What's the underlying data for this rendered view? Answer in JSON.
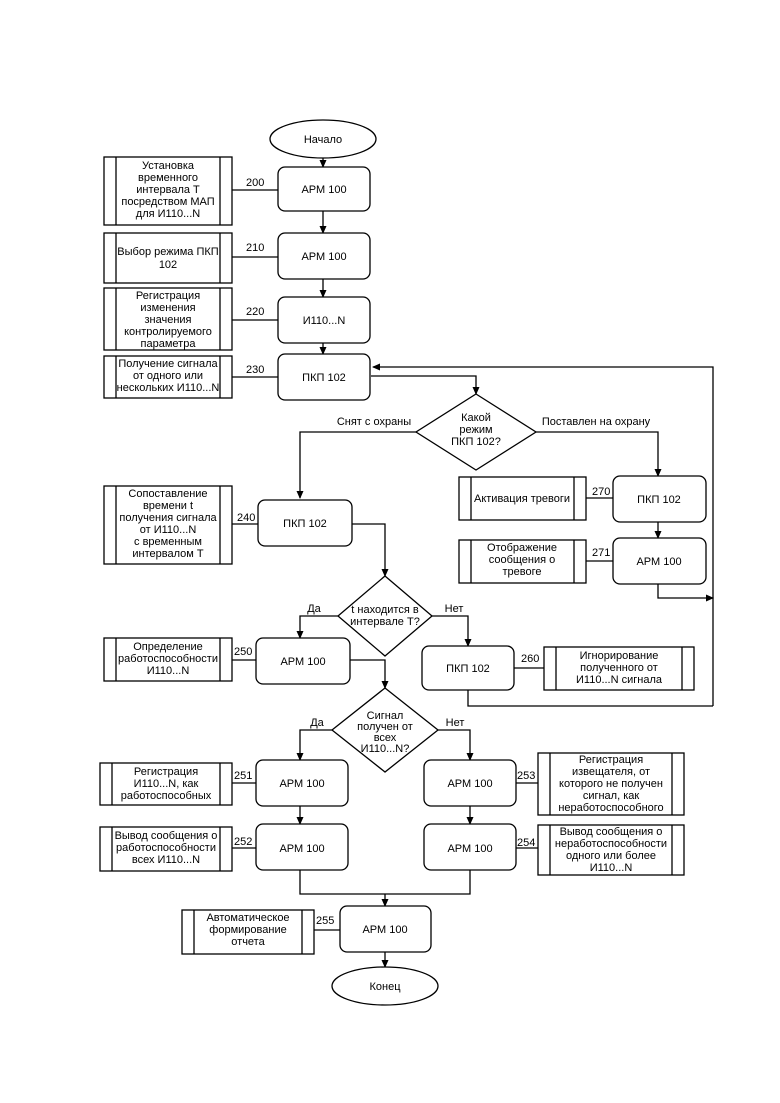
{
  "nodes": {
    "start": "Начало",
    "n200": "АРМ 100",
    "n210": "АРМ 100",
    "n220": "И110...N",
    "n230": "ПКП 102",
    "d_mode": [
      "Какой",
      "режим",
      "ПКП 102?"
    ],
    "n240": "ПКП 102",
    "n270": "ПКП 102",
    "n271": "АРМ 100",
    "d_interval": [
      "t находится в",
      "интервале Т?"
    ],
    "n250": "АРМ 100",
    "n260": "ПКП 102",
    "d_all": [
      "Сигнал",
      "получен от",
      "всех",
      "И110...N?"
    ],
    "n251": "АРМ 100",
    "n253": "АРМ 100",
    "n252": "АРМ 100",
    "n254": "АРМ 100",
    "n255": "АРМ 100",
    "end": "Конец"
  },
  "processes": {
    "p200": [
      "Установка",
      "временного",
      "интервала Т",
      "посредством МАП",
      "для И110...N"
    ],
    "p210": [
      "Выбор режима ПКП",
      "102"
    ],
    "p220": [
      "Регистрация",
      "изменения",
      "значения",
      "контролируемого",
      "параметра"
    ],
    "p230": [
      "Получение сигнала",
      "от одного или",
      "нескольких И110...N"
    ],
    "p240": [
      "Сопоставление",
      "времени t",
      "получения сигнала",
      "от И110...N",
      "с временным",
      "интервалом Т"
    ],
    "p270": [
      "Активация тревоги"
    ],
    "p271": [
      "Отображение",
      "сообщения о",
      "тревоге"
    ],
    "p250": [
      "Определение",
      "работоспособности",
      "И110...N"
    ],
    "p260": [
      "Игнорирование",
      "полученного от",
      "И110...N сигнала"
    ],
    "p251": [
      "Регистрация",
      "И110...N, как",
      "работоспособных"
    ],
    "p253": [
      "Регистрация",
      "извещателя, от",
      "которого не получен",
      "сигнал, как",
      "неработоспособного"
    ],
    "p252": [
      "Вывод сообщения о",
      "работоспособности",
      "всех И110...N"
    ],
    "p254": [
      "Вывод сообщения о",
      "неработоспособности",
      "одного или более",
      "И110...N"
    ],
    "p255": [
      "Автоматическое",
      "формирование",
      "отчета"
    ]
  },
  "refs": {
    "r200": "200",
    "r210": "210",
    "r220": "220",
    "r230": "230",
    "r240": "240",
    "r270": "270",
    "r271": "271",
    "r250": "250",
    "r260": "260",
    "r251": "251",
    "r253": "253",
    "r252": "252",
    "r254": "254",
    "r255": "255"
  },
  "branches": {
    "mode_left": "Снят с охраны",
    "mode_right": "Поставлен на охрану",
    "interval_yes": "Да",
    "interval_no": "Нет",
    "all_yes": "Да",
    "all_no": "Нет"
  }
}
